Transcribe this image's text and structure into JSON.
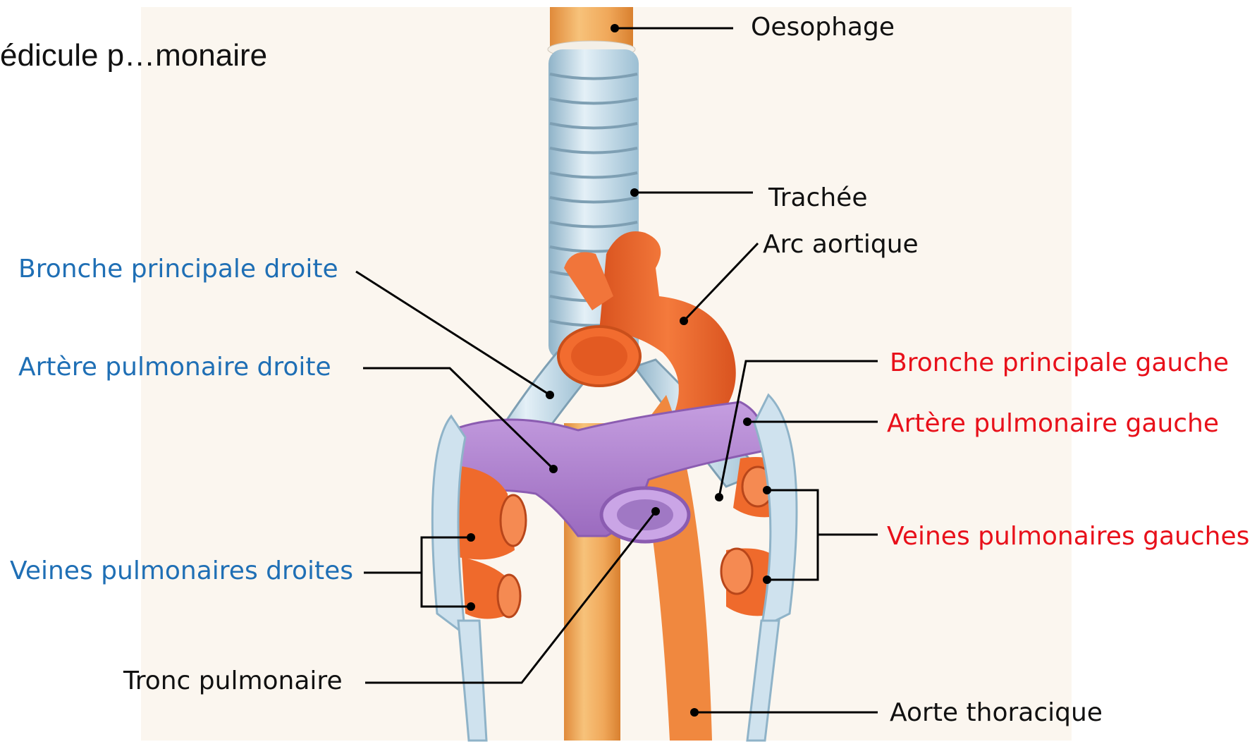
{
  "title": "édicule p…monaire",
  "labels": {
    "oesophage": "Oesophage",
    "trachee": "Trachée",
    "arc_aortique": "Arc aortique",
    "bronche_droite": "Bronche principale droite",
    "artere_droite": "Artère pulmonaire droite",
    "veines_droites": "Veines pulmonaires droites",
    "tronc": "Tronc pulmonaire",
    "bronche_gauche": "Bronche principale gauche",
    "artere_gauche": "Artère pulmonaire gauche",
    "veines_gauches": "Veines pulmonaires gauches",
    "aorte_thoracique": "Aorte thoracique"
  },
  "colors": {
    "right_side_labels": "#1f6fb5",
    "left_side_labels": "#e8101a",
    "neutral_labels": "#111111",
    "artery": "#ef6a2c",
    "pulmonary_artery": "#b07fd0",
    "trachea": "#b9d4e4",
    "esophagus": "#f0a85a"
  }
}
